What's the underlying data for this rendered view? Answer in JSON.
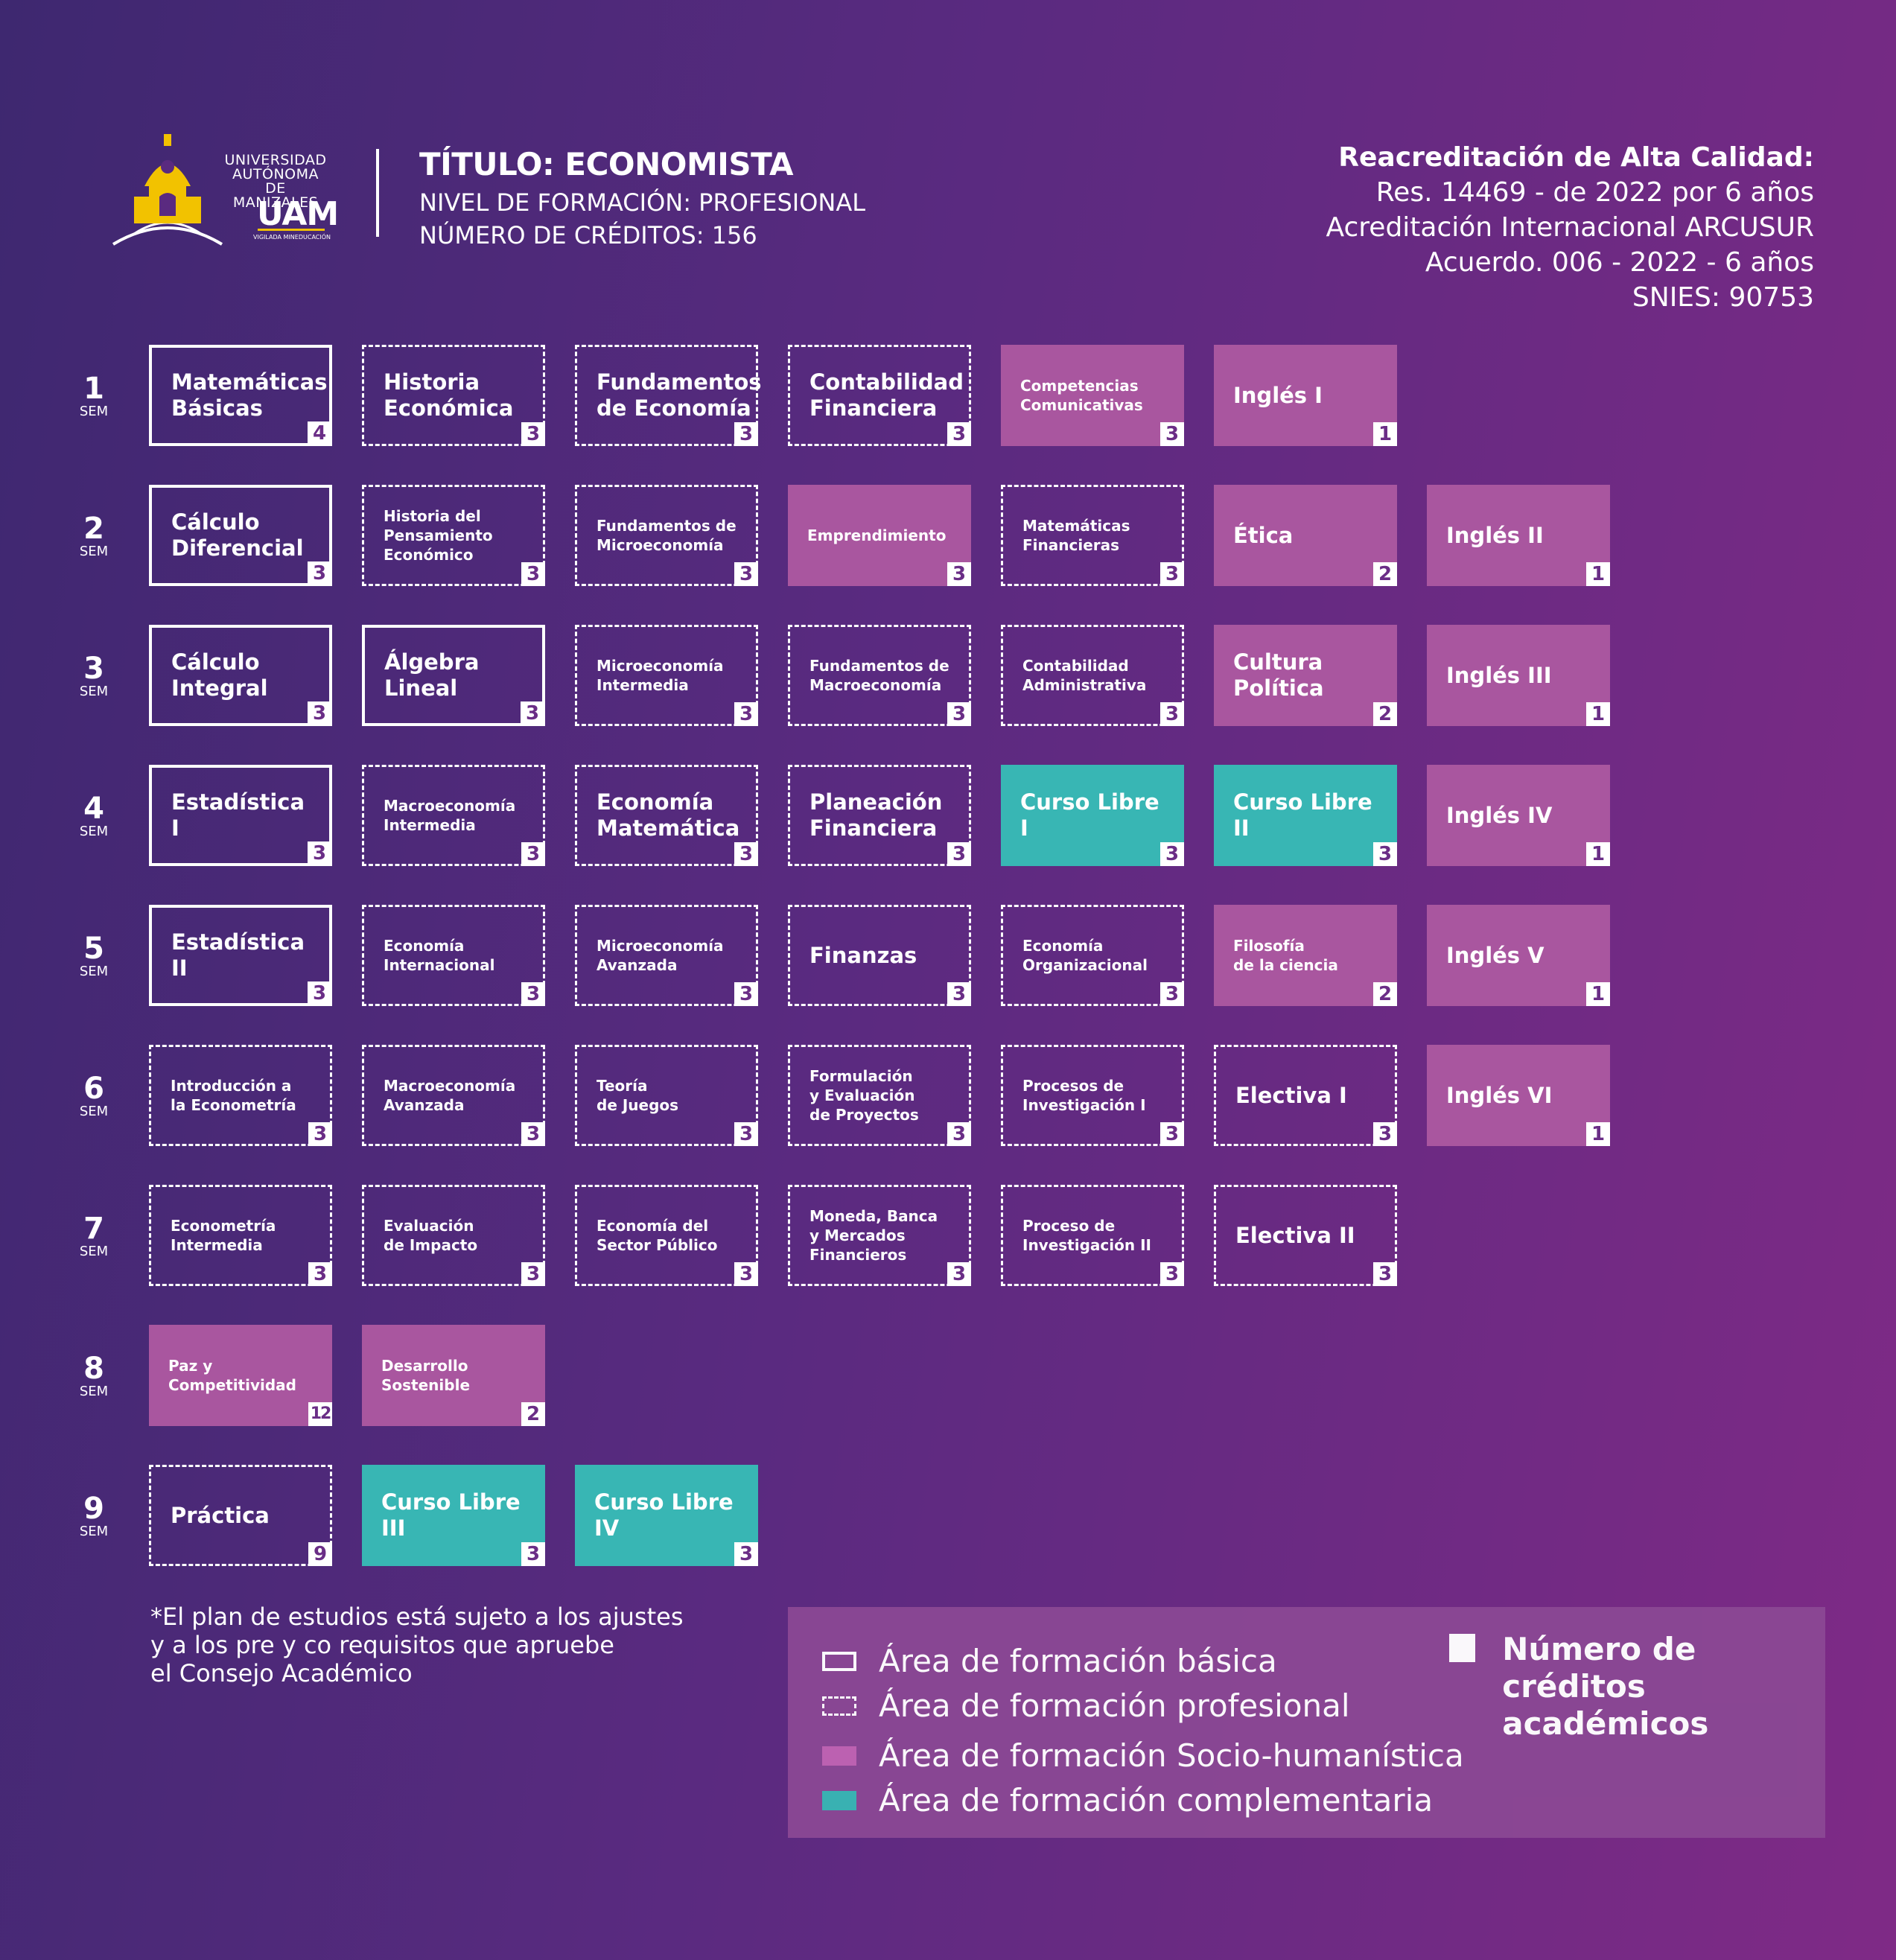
{
  "logo": {
    "line1": "UNIVERSIDAD",
    "line2": "AUTÓNOMA DE",
    "line3": "MANIZALES",
    "acronym": "UAM",
    "vigilada": "VIGILADA MINEDUCACIÓN",
    "colors": {
      "building": "#f2c200"
    }
  },
  "header": {
    "title": "TÍTULO: ECONOMISTA",
    "level": "NIVEL DE FORMACIÓN: PROFESIONAL",
    "credits": "NÚMERO DE CRÉDITOS: 156"
  },
  "accreditation": {
    "line1": "Reacreditación de Alta Calidad:",
    "line2": "Res. 14469 - de 2022 por 6 años",
    "line3": "Acreditación Internacional ARCUSUR",
    "line4": "Acuerdo. 006 - 2022 - 6 años",
    "line5": "SNIES: 90753"
  },
  "colors": {
    "socio": "#a9569f",
    "complementaria": "#38b6b4",
    "credit_text": "#6a2d86"
  },
  "semesters": [
    {
      "number": "1",
      "label": "SEM",
      "courses": [
        {
          "name": "Matemáticas\nBásicas",
          "credits": "4",
          "area": "basica",
          "size": "lg"
        },
        {
          "name": "Historia\nEconómica",
          "credits": "3",
          "area": "profesional",
          "size": "lg"
        },
        {
          "name": "Fundamentos\nde Economía",
          "credits": "3",
          "area": "profesional",
          "size": "lg"
        },
        {
          "name": "Contabilidad\nFinanciera",
          "credits": "3",
          "area": "profesional",
          "size": "lg"
        },
        {
          "name": "Competencias\nComunicativas",
          "credits": "3",
          "area": "socio",
          "size": "sm"
        },
        {
          "name": "Inglés I",
          "credits": "1",
          "area": "socio",
          "size": "lg"
        }
      ]
    },
    {
      "number": "2",
      "label": "SEM",
      "courses": [
        {
          "name": "Cálculo\nDiferencial",
          "credits": "3",
          "area": "basica",
          "size": "lg"
        },
        {
          "name": "Historia del\nPensamiento\nEconómico",
          "credits": "3",
          "area": "profesional",
          "size": "sm"
        },
        {
          "name": "Fundamentos de\nMicroeconomía",
          "credits": "3",
          "area": "profesional",
          "size": "sm"
        },
        {
          "name": "Emprendimiento",
          "credits": "3",
          "area": "socio",
          "size": "sm"
        },
        {
          "name": "Matemáticas\nFinancieras",
          "credits": "3",
          "area": "profesional",
          "size": "sm"
        },
        {
          "name": "Ética",
          "credits": "2",
          "area": "socio",
          "size": "lg"
        },
        {
          "name": "Inglés II",
          "credits": "1",
          "area": "socio",
          "size": "lg"
        }
      ]
    },
    {
      "number": "3",
      "label": "SEM",
      "courses": [
        {
          "name": "Cálculo\nIntegral",
          "credits": "3",
          "area": "basica",
          "size": "lg"
        },
        {
          "name": "Álgebra\nLineal",
          "credits": "3",
          "area": "basica",
          "size": "lg"
        },
        {
          "name": "Microeconomía\nIntermedia",
          "credits": "3",
          "area": "profesional",
          "size": "sm"
        },
        {
          "name": "Fundamentos de\nMacroeconomía",
          "credits": "3",
          "area": "profesional",
          "size": "sm"
        },
        {
          "name": "Contabilidad\nAdministrativa",
          "credits": "3",
          "area": "profesional",
          "size": "sm"
        },
        {
          "name": "Cultura\nPolítica",
          "credits": "2",
          "area": "socio",
          "size": "lg"
        },
        {
          "name": "Inglés III",
          "credits": "1",
          "area": "socio",
          "size": "lg"
        }
      ]
    },
    {
      "number": "4",
      "label": "SEM",
      "courses": [
        {
          "name": "Estadística I",
          "credits": "3",
          "area": "basica",
          "size": "lg"
        },
        {
          "name": "Macroeconomía\nIntermedia",
          "credits": "3",
          "area": "profesional",
          "size": "sm"
        },
        {
          "name": "Economía\nMatemática",
          "credits": "3",
          "area": "profesional",
          "size": "lg"
        },
        {
          "name": "Planeación\nFinanciera",
          "credits": "3",
          "area": "profesional",
          "size": "lg"
        },
        {
          "name": "Curso Libre I",
          "credits": "3",
          "area": "complementaria",
          "size": "lg"
        },
        {
          "name": "Curso Libre II",
          "credits": "3",
          "area": "complementaria",
          "size": "lg"
        },
        {
          "name": "Inglés IV",
          "credits": "1",
          "area": "socio",
          "size": "lg"
        }
      ]
    },
    {
      "number": "5",
      "label": "SEM",
      "courses": [
        {
          "name": "Estadística II",
          "credits": "3",
          "area": "basica",
          "size": "lg"
        },
        {
          "name": "Economía\nInternacional",
          "credits": "3",
          "area": "profesional",
          "size": "sm"
        },
        {
          "name": "Microeconomía\nAvanzada",
          "credits": "3",
          "area": "profesional",
          "size": "sm"
        },
        {
          "name": "Finanzas",
          "credits": "3",
          "area": "profesional",
          "size": "lg"
        },
        {
          "name": "Economía\nOrganizacional",
          "credits": "3",
          "area": "profesional",
          "size": "sm"
        },
        {
          "name": "Filosofía\nde la ciencia",
          "credits": "2",
          "area": "socio",
          "size": "sm"
        },
        {
          "name": "Inglés V",
          "credits": "1",
          "area": "socio",
          "size": "lg"
        }
      ]
    },
    {
      "number": "6",
      "label": "SEM",
      "courses": [
        {
          "name": "Introducción a\nla Econometría",
          "credits": "3",
          "area": "profesional",
          "size": "sm"
        },
        {
          "name": "Macroeconomía\nAvanzada",
          "credits": "3",
          "area": "profesional",
          "size": "sm"
        },
        {
          "name": "Teoría\nde Juegos",
          "credits": "3",
          "area": "profesional",
          "size": "sm"
        },
        {
          "name": "Formulación\ny Evaluación\nde Proyectos",
          "credits": "3",
          "area": "profesional",
          "size": "sm"
        },
        {
          "name": "Procesos de\nInvestigación I",
          "credits": "3",
          "area": "profesional",
          "size": "sm"
        },
        {
          "name": "Electiva I",
          "credits": "3",
          "area": "profesional",
          "size": "lg"
        },
        {
          "name": "Inglés VI",
          "credits": "1",
          "area": "socio",
          "size": "lg"
        }
      ]
    },
    {
      "number": "7",
      "label": "SEM",
      "courses": [
        {
          "name": "Econometría\nIntermedia",
          "credits": "3",
          "area": "profesional",
          "size": "sm"
        },
        {
          "name": "Evaluación\nde Impacto",
          "credits": "3",
          "area": "profesional",
          "size": "sm"
        },
        {
          "name": "Economía del\nSector Público",
          "credits": "3",
          "area": "profesional",
          "size": "sm"
        },
        {
          "name": "Moneda, Banca\ny Mercados\nFinancieros",
          "credits": "3",
          "area": "profesional",
          "size": "sm"
        },
        {
          "name": "Proceso de\nInvestigación II",
          "credits": "3",
          "area": "profesional",
          "size": "sm"
        },
        {
          "name": "Electiva II",
          "credits": "3",
          "area": "profesional",
          "size": "lg"
        }
      ]
    },
    {
      "number": "8",
      "label": "SEM",
      "courses": [
        {
          "name": "Paz y\nCompetitividad",
          "credits": "12",
          "area": "socio",
          "size": "sm"
        },
        {
          "name": "Desarrollo\nSostenible",
          "credits": "2",
          "area": "socio",
          "size": "sm"
        }
      ]
    },
    {
      "number": "9",
      "label": "SEM",
      "courses": [
        {
          "name": "Práctica",
          "credits": "9",
          "area": "profesional",
          "size": "lg"
        },
        {
          "name": "Curso Libre III",
          "credits": "3",
          "area": "complementaria",
          "size": "lg"
        },
        {
          "name": "Curso Libre IV",
          "credits": "3",
          "area": "complementaria",
          "size": "lg"
        }
      ]
    }
  ],
  "note": "*El plan de estudios está sujeto a los ajustes\ny a los pre y co requisitos que apruebe\nel Consejo Académico",
  "legend": {
    "basica": "Área de formación básica",
    "profesional": "Área de formación profesional",
    "socio": "Área de formación Socio-humanística",
    "complementaria": "Área de formación complementaria",
    "creditos": "Número de créditos\nacadémicos"
  }
}
